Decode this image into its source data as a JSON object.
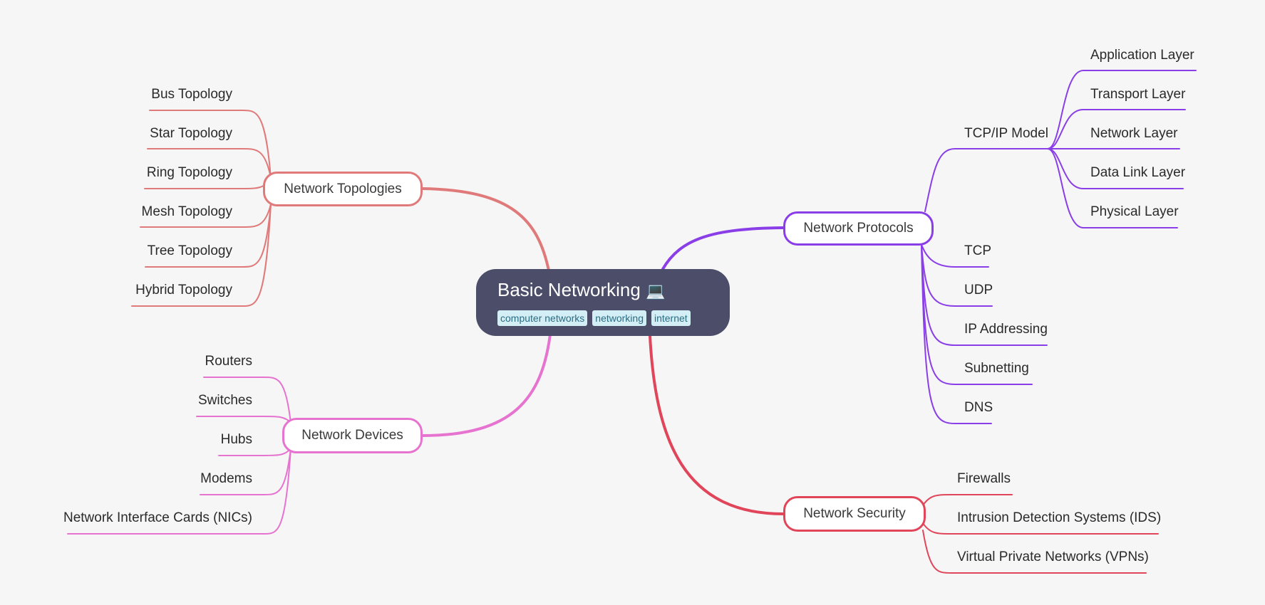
{
  "root": {
    "title": "Basic Networking",
    "emoji": "💻",
    "tags": [
      "computer networks",
      "networking",
      "internet"
    ],
    "color": "#4b4d69"
  },
  "branches": [
    {
      "label": "Network Topologies",
      "color": "#e07a7a",
      "children": [
        "Bus Topology",
        "Star Topology",
        "Ring Topology",
        "Mesh Topology",
        "Tree Topology",
        "Hybrid Topology"
      ]
    },
    {
      "label": "Network Devices",
      "color": "#e673cf",
      "children": [
        "Routers",
        "Switches",
        "Hubs",
        "Modems",
        "Network Interface Cards (NICs)"
      ]
    },
    {
      "label": "Network Protocols",
      "color": "#8a3ee8",
      "children": [
        {
          "label": "TCP/IP Model",
          "children": [
            "Application Layer",
            "Transport Layer",
            "Network Layer",
            "Data Link Layer",
            "Physical Layer"
          ]
        },
        {
          "label": "TCP"
        },
        {
          "label": "UDP"
        },
        {
          "label": "IP Addressing"
        },
        {
          "label": "Subnetting"
        },
        {
          "label": "DNS"
        }
      ]
    },
    {
      "label": "Network Security",
      "color": "#e0455a",
      "children": [
        "Firewalls",
        "Intrusion Detection Systems (IDS)",
        "Virtual Private Networks (VPNs)"
      ]
    }
  ]
}
